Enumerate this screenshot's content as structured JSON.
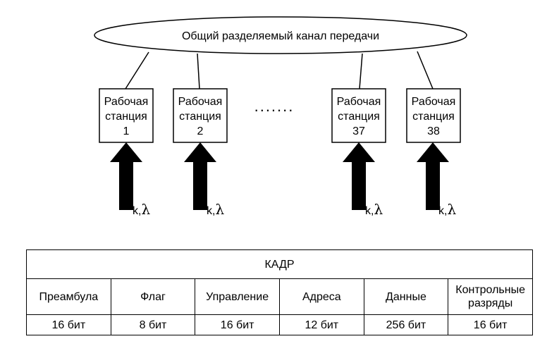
{
  "channel": {
    "label": "Общий разделяемый канал передачи"
  },
  "stations": [
    {
      "line1": "Рабочая",
      "line2": "станция",
      "number": "1",
      "input_label": "k,",
      "lambda": "λ"
    },
    {
      "line1": "Рабочая",
      "line2": "станция",
      "number": "2",
      "input_label": "k,",
      "lambda": "λ"
    },
    {
      "line1": "Рабочая",
      "line2": "станция",
      "number": "37",
      "input_label": "k,",
      "lambda": "λ"
    },
    {
      "line1": "Рабочая",
      "line2": "станция",
      "number": "38",
      "input_label": "k,",
      "lambda": "λ"
    }
  ],
  "ellipsis": ".......",
  "frame": {
    "title": "КАДР",
    "fields": [
      {
        "name": "Преамбула",
        "size": "16 бит"
      },
      {
        "name": "Флаг",
        "size": "8 бит"
      },
      {
        "name": "Управление",
        "size": "16 бит"
      },
      {
        "name": "Адреса",
        "size": "12 бит"
      },
      {
        "name": "Данные",
        "size": "256 бит"
      },
      {
        "name": "Контрольные разряды",
        "size": "16 бит"
      }
    ]
  }
}
